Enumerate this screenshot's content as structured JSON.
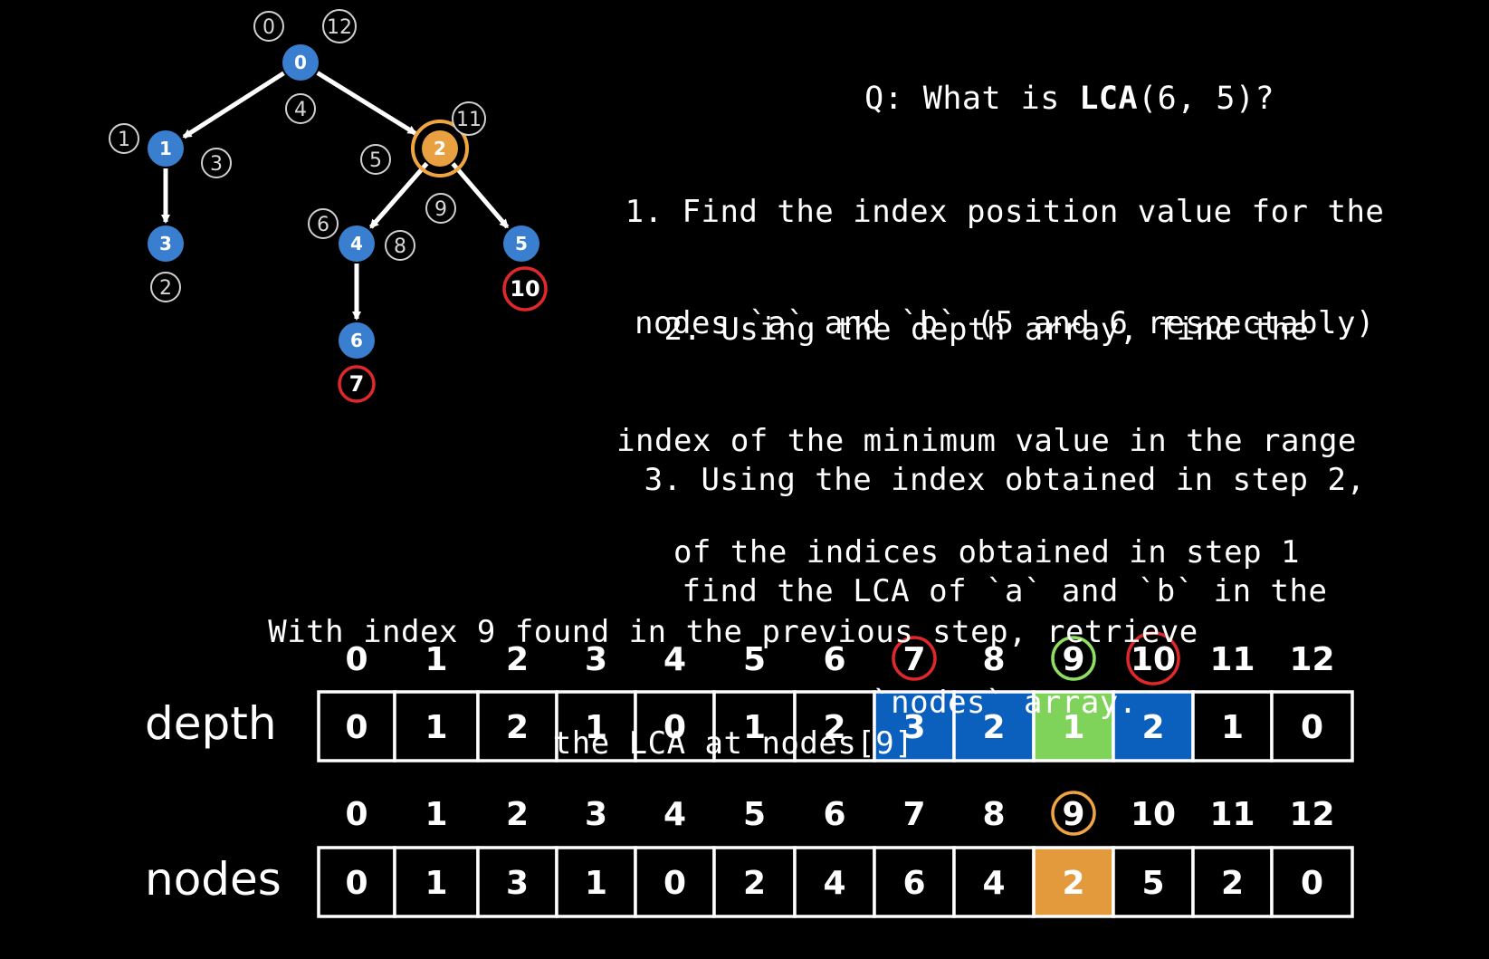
{
  "question": {
    "prefix": "Q: What is ",
    "func": "LCA",
    "args": "(6, 5)?"
  },
  "steps": [
    {
      "lines": [
        "1. Find the index position value for the",
        "nodes `a` and `b` (5 and 6 respectably)"
      ]
    },
    {
      "lines": [
        "2. Using the depth array, find the",
        "index of the minimum value in the range",
        "of the indices obtained in step 1"
      ]
    },
    {
      "lines": [
        "3. Using the index obtained in step 2,",
        "find the LCA of `a` and `b` in the",
        "`nodes` array."
      ]
    }
  ],
  "instruction": {
    "lines": [
      "With index 9 found in the previous step, retrieve",
      "the LCA at nodes[9]"
    ]
  },
  "colors": {
    "background": "#000000",
    "node_blue": "#3a7fcf",
    "node_orange": "#e8a040",
    "cell_blue": "#0b5fbd",
    "cell_green": "#7fd35a",
    "cell_orange": "#e39a3d",
    "ring_red": "#e0282a",
    "ring_green": "#8fe060",
    "ring_orange": "#f0a540",
    "line": "#ffffff"
  },
  "tree": {
    "nodes": [
      {
        "id": "0",
        "label": "0",
        "highlight": "none"
      },
      {
        "id": "1",
        "label": "1",
        "highlight": "none"
      },
      {
        "id": "2",
        "label": "2",
        "highlight": "orange"
      },
      {
        "id": "3",
        "label": "3",
        "highlight": "none"
      },
      {
        "id": "4",
        "label": "4",
        "highlight": "none"
      },
      {
        "id": "5",
        "label": "5",
        "highlight": "none"
      },
      {
        "id": "6",
        "label": "6",
        "highlight": "none"
      }
    ],
    "edges": [
      {
        "from": "0",
        "to": "1"
      },
      {
        "from": "0",
        "to": "2"
      },
      {
        "from": "1",
        "to": "3"
      },
      {
        "from": "2",
        "to": "4"
      },
      {
        "from": "2",
        "to": "5"
      },
      {
        "from": "4",
        "to": "6"
      }
    ],
    "tour_labels": [
      {
        "label": "0",
        "style": "gray"
      },
      {
        "label": "12",
        "style": "gray"
      },
      {
        "label": "1",
        "style": "gray"
      },
      {
        "label": "3",
        "style": "gray"
      },
      {
        "label": "2",
        "style": "gray"
      },
      {
        "label": "4",
        "style": "gray"
      },
      {
        "label": "11",
        "style": "gray"
      },
      {
        "label": "5",
        "style": "gray"
      },
      {
        "label": "9",
        "style": "gray"
      },
      {
        "label": "6",
        "style": "gray"
      },
      {
        "label": "8",
        "style": "gray"
      },
      {
        "label": "10",
        "style": "red"
      },
      {
        "label": "7",
        "style": "red"
      }
    ]
  },
  "arrays": [
    {
      "name": "depth",
      "indices": [
        "0",
        "1",
        "2",
        "3",
        "4",
        "5",
        "6",
        "7",
        "8",
        "9",
        "10",
        "11",
        "12"
      ],
      "index_rings": {
        "7": "red",
        "9": "green",
        "10": "red"
      },
      "values": [
        "0",
        "1",
        "2",
        "1",
        "0",
        "1",
        "2",
        "3",
        "2",
        "1",
        "2",
        "1",
        "0"
      ],
      "cell_fills": {
        "7": "blue",
        "8": "blue",
        "9": "green",
        "10": "blue"
      }
    },
    {
      "name": "nodes",
      "indices": [
        "0",
        "1",
        "2",
        "3",
        "4",
        "5",
        "6",
        "7",
        "8",
        "9",
        "10",
        "11",
        "12"
      ],
      "index_rings": {
        "9": "orange"
      },
      "values": [
        "0",
        "1",
        "3",
        "1",
        "0",
        "2",
        "4",
        "6",
        "4",
        "2",
        "5",
        "2",
        "0"
      ],
      "cell_fills": {
        "9": "orange"
      }
    }
  ]
}
